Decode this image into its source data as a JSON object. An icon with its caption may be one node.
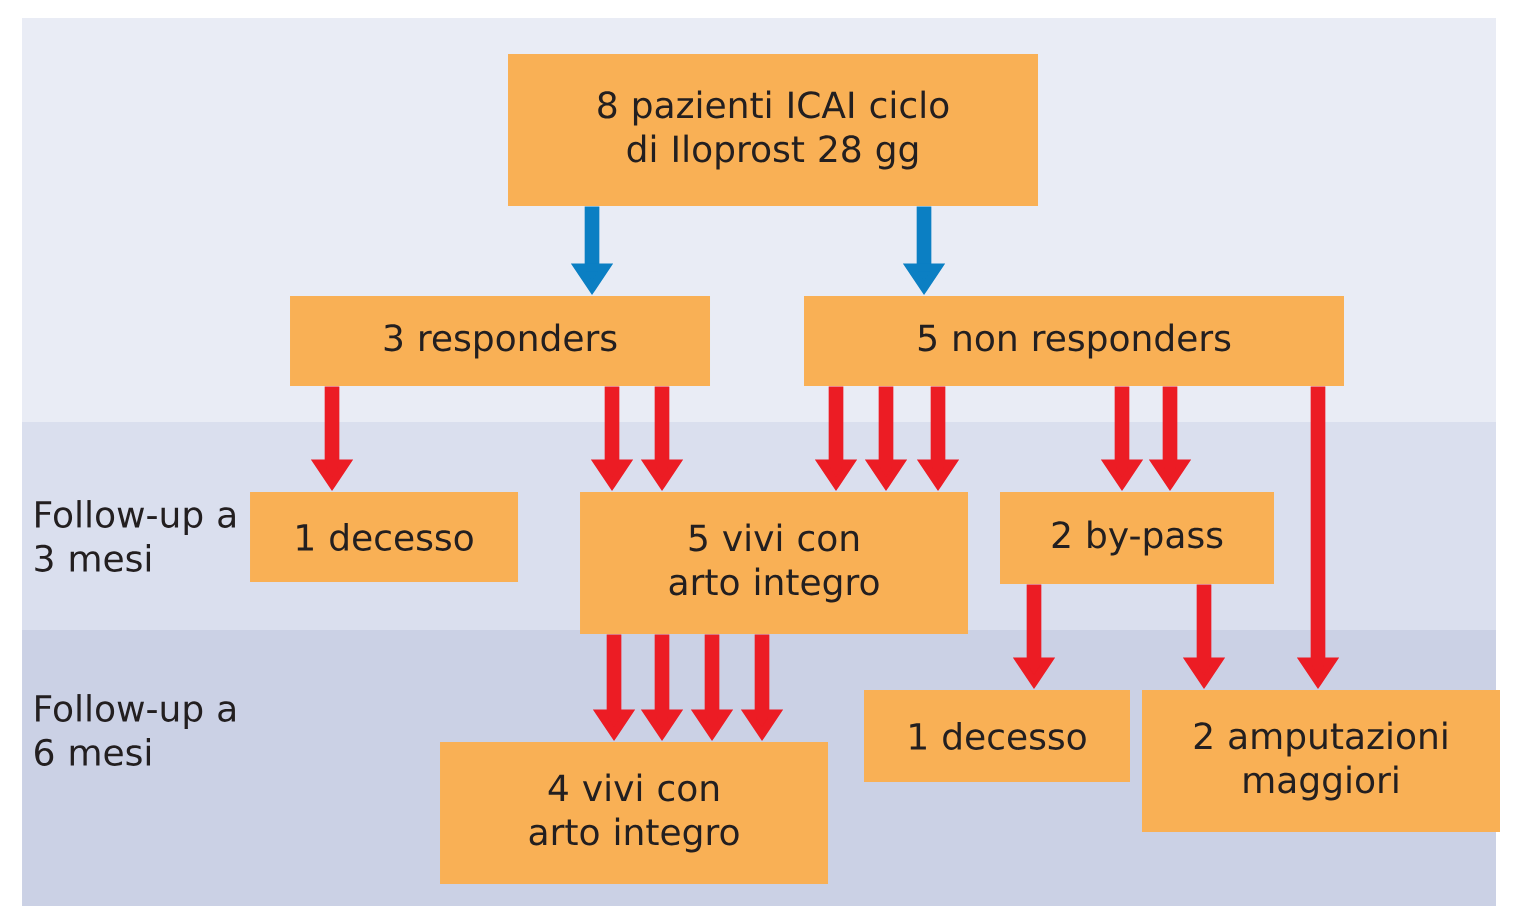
{
  "diagram": {
    "nodes": [
      {
        "text": [
          "8 pazienti ICAI ciclo di Iloprost 28 gg"
        ]
      },
      {
        "text": [
          "3 responders"
        ]
      },
      {
        "text": [
          "5 non responders"
        ]
      },
      {
        "text": [
          "1 decesso"
        ]
      },
      {
        "text": [
          "5 vivi con arto integro"
        ]
      },
      {
        "text": [
          "2 by-pass"
        ]
      },
      {
        "text": [
          "1 decesso"
        ]
      },
      {
        "text": [
          "2 amputazioni maggiori"
        ]
      },
      {
        "text": [
          "4 vivi con arto integro"
        ]
      }
    ],
    "edges": [
      {
        "from": 0,
        "to": 1,
        "arrow": "to",
        "color": "#0b7fc3"
      },
      {
        "from": 0,
        "to": 2,
        "arrow": "to",
        "color": "#0b7fc3"
      },
      {
        "from": 1,
        "to": 3,
        "arrow": "to"
      },
      {
        "from": 1,
        "to": 4,
        "arrow": "to"
      },
      {
        "from": 1,
        "to": 4,
        "arrow": "to"
      },
      {
        "from": 2,
        "to": 4,
        "arrow": "to"
      },
      {
        "from": 2,
        "to": 4,
        "arrow": "to"
      },
      {
        "from": 2,
        "to": 4,
        "arrow": "to"
      },
      {
        "from": 2,
        "to": 5,
        "arrow": "to"
      },
      {
        "from": 2,
        "to": 5,
        "arrow": "to"
      },
      {
        "from": 2,
        "to": 7,
        "arrow": "to"
      },
      {
        "from": 4,
        "to": 8,
        "arrow": "to"
      },
      {
        "from": 4,
        "to": 8,
        "arrow": "to"
      },
      {
        "from": 4,
        "to": 8,
        "arrow": "to"
      },
      {
        "from": 4,
        "to": 8,
        "arrow": "to"
      },
      {
        "from": 5,
        "to": 6,
        "arrow": "to"
      },
      {
        "from": 5,
        "to": 7,
        "arrow": "to"
      }
    ],
    "labels": [
      "Follow-up a 3 mesi",
      "Follow-up a 6 mesi"
    ]
  }
}
